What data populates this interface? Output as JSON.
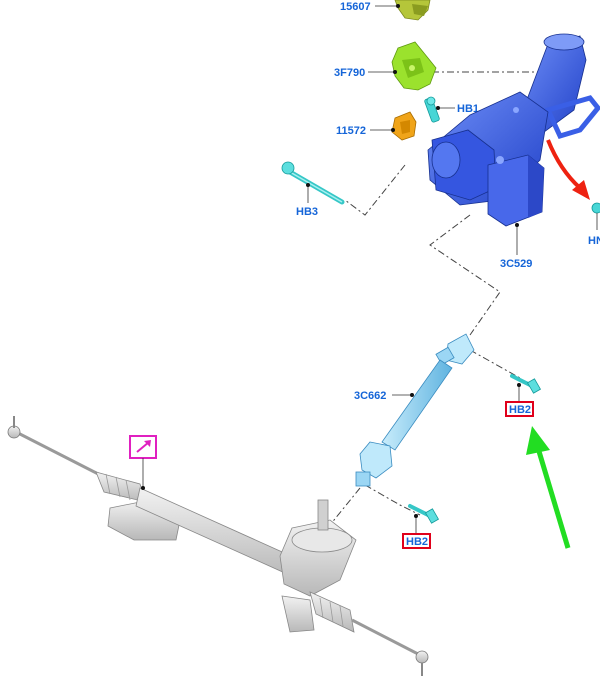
{
  "labels": {
    "p15607": "15607",
    "p3f790": "3F790",
    "hb1": "HB1",
    "p11572": "11572",
    "hb3": "HB3",
    "p3c529": "3C529",
    "hn": "HN",
    "p3c662": "3C662",
    "hb2_upper": "HB2",
    "hb2_lower": "HB2"
  },
  "colors": {
    "label_text": "#1565d8",
    "column_blue": "#3a5fe6",
    "shaft_light_blue": "#8fd0f0",
    "bracket_green": "#9be22d",
    "clip_orange": "#f0a419",
    "callout_red": "#e0001b",
    "arrow_green": "#22dd22",
    "arrow_red": "#ee2211",
    "rack_magenta": "#e020c0",
    "rack_gray": "#d8d8d8"
  },
  "icons": {
    "rack_symbol": "lubricate-arrow-icon",
    "direction_arrow_green": "up-left-arrow-icon",
    "direction_arrow_red": "curved-arrow-icon"
  }
}
